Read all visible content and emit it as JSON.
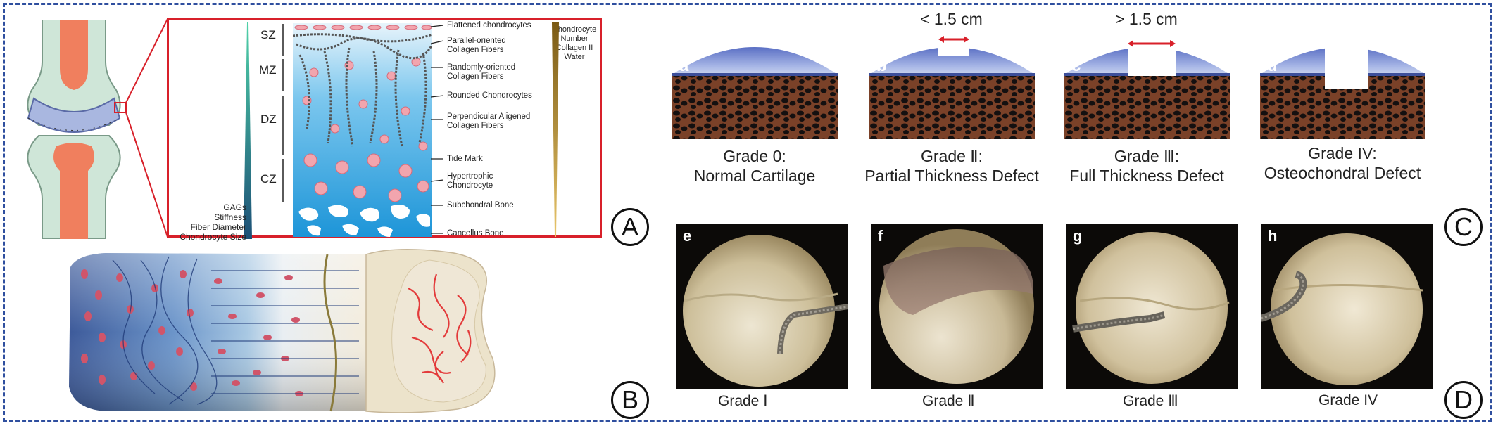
{
  "panels": {
    "a": "A",
    "b": "B",
    "c": "C",
    "d": "D"
  },
  "panel_a": {
    "zones": [
      "SZ",
      "MZ",
      "DZ",
      "CZ"
    ],
    "layers": [
      "Flattened chondrocytes",
      "Parallel-oriented\nCollagen Fibers",
      "Randomly-oriented\nCollagen Fibers",
      "Rounded Chondrocytes",
      "Perpendicular Aligened\nCollagen Fibers",
      "Tide Mark",
      "Hypertrophic\nChondrocyte",
      "Subchondral Bone",
      "Cancellus Bone"
    ],
    "left_gradient_labels": [
      "GAGs",
      "Stiffness",
      "Fiber Diameter",
      "Chondrocyte Size"
    ],
    "right_gradient_labels": [
      "Chondrocyte",
      "Number",
      "Collagen II",
      "Water"
    ]
  },
  "panel_c": {
    "tiles": [
      {
        "letter": "a",
        "grade": "Grade 0:",
        "desc": "Normal Cartilage"
      },
      {
        "letter": "b",
        "grade": "Grade Ⅱ:",
        "desc": "Partial Thickness Defect",
        "size": "< 1.5 cm"
      },
      {
        "letter": "c",
        "grade": "Grade Ⅲ:",
        "desc": "Full Thickness Defect",
        "size": "> 1.5 cm"
      },
      {
        "letter": "d",
        "grade": "Grade IV:",
        "desc": "Osteochondral Defect"
      }
    ]
  },
  "panel_d": {
    "photos": [
      {
        "letter": "e",
        "caption": "Grade Ⅰ"
      },
      {
        "letter": "f",
        "caption": "Grade Ⅱ"
      },
      {
        "letter": "g",
        "caption": "Grade Ⅲ"
      },
      {
        "letter": "h",
        "caption": "Grade IV"
      }
    ]
  },
  "colors": {
    "frame": "#2f4f9f",
    "highlight_red": "#d8202a",
    "cartilage_blue": "#8fa3d9",
    "bone_brown": "#6b3a22",
    "zone_bg": "#35a8e0"
  }
}
